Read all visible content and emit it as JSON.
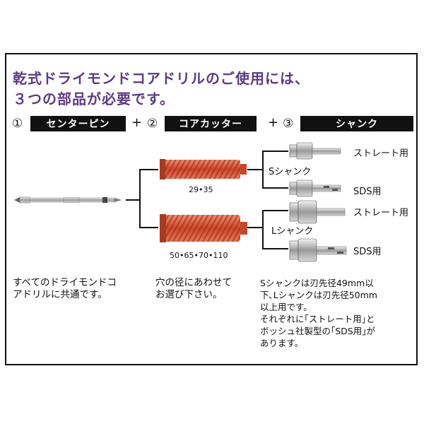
{
  "headline": {
    "line1": "乾式ドライモンドコアドリルのご使用には、",
    "line2": "３つの部品が必要です。"
  },
  "parts": [
    {
      "number": "①",
      "label": "センターピン"
    },
    {
      "number": "②",
      "label": "コアカッター"
    },
    {
      "number": "③",
      "label": "シャンク"
    }
  ],
  "plus_sign": "+",
  "cutters": {
    "small_sizes": "29•35",
    "large_sizes": "50•65•70•110",
    "color": "#d85a3a"
  },
  "shanks": {
    "s_label": "Sシャンク",
    "l_label": "Lシャンク",
    "straight": "ストレート用",
    "sds": "SDS用"
  },
  "descriptions": {
    "center_pin": [
      "すべてのドライモンドコ",
      "アドリルに共通です。"
    ],
    "core_cutter": [
      "穴の径にあわせて",
      "お選び下さい。"
    ],
    "shank": [
      "Sシャンクは刃先径49mm以",
      "下､Lシャンクは刃先径50mm",
      "以上用です。",
      "それぞれに｢ストレート用｣と",
      "ボッシュ社製型の｢SDS用｣が",
      "あります。"
    ]
  }
}
